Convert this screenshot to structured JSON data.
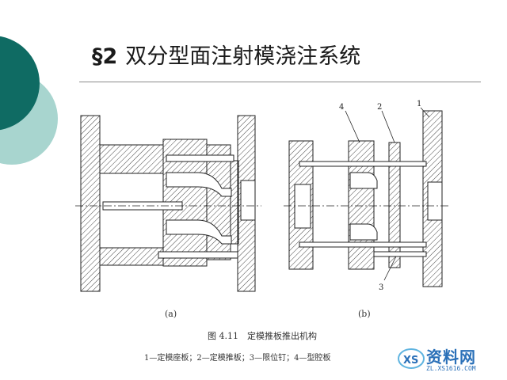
{
  "slide": {
    "section_mark": "§2",
    "title": "双分型面注射模浇注系统",
    "colors": {
      "teal_dark": "#0f6b63",
      "teal_light": "#a8d5cf",
      "rule": "#8a8a8a"
    }
  },
  "figure": {
    "label_a": "(a)",
    "label_b": "(b)",
    "callouts": [
      "4",
      "2",
      "1",
      "3"
    ],
    "caption": "图 4.11　定模推板推出机构",
    "legend": "1—定模座板；2—定模推板；3—限位钉；4—型腔板"
  },
  "watermark": {
    "brand": "资料网",
    "logo_text": "XS",
    "url": "ZL.XS1616.COM"
  }
}
